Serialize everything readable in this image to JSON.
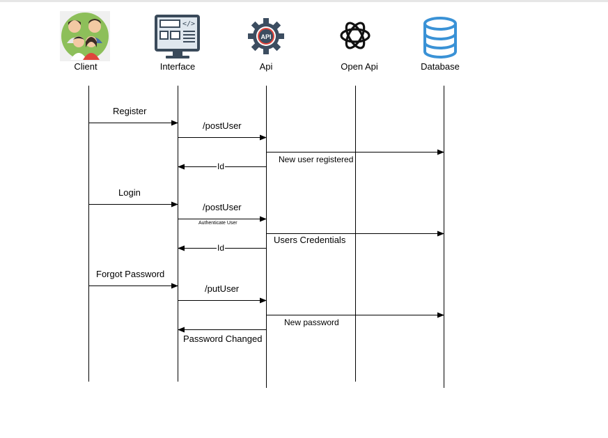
{
  "actors": [
    {
      "label": "Client",
      "icon": "client-group-icon"
    },
    {
      "label": "Interface",
      "icon": "interface-monitor-icon"
    },
    {
      "label": "Api",
      "icon": "api-gear-icon"
    },
    {
      "label": "Open Api",
      "icon": "openai-logo-icon"
    },
    {
      "label": "Database",
      "icon": "database-icon"
    }
  ],
  "messages": {
    "register": "Register",
    "post_user_1": "/postUser",
    "new_user_registered": "New user registered",
    "id_1": "Id",
    "login": "Login",
    "post_user_2": "/postUser",
    "authenticate_user": "Authenticate User",
    "users_credentials": "Users Credentials",
    "id_2": "Id",
    "forgot_password": "Forgot Password",
    "put_user": "/putUser",
    "new_password": "New password",
    "password_changed": "Password Changed"
  },
  "icon_text": {
    "api_badge": "API"
  },
  "colors": {
    "line": "#000000",
    "client_bg": "#8dbf5a",
    "monitor": "#3a4a5a",
    "screen": "#dfe7ee",
    "gear": "#3c4d60",
    "api_red": "#e0453c",
    "database": "#3a92d6",
    "openai": "#111111"
  }
}
